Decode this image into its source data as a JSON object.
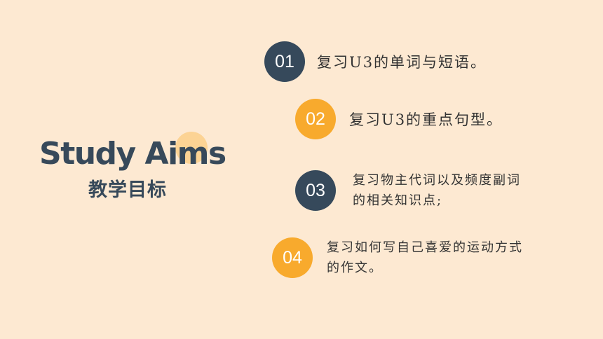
{
  "heading": {
    "english": "Study Aims",
    "chinese": "教学目标"
  },
  "aims": [
    {
      "number": "01",
      "text": "复习U3的单词与短语。",
      "badge_color": "#36495b"
    },
    {
      "number": "02",
      "text": "复习U3的重点句型。",
      "badge_color": "#f8aa2d"
    },
    {
      "number": "03",
      "text": "复习物主代词以及频度副词\n的相关知识点;",
      "badge_color": "#36495b"
    },
    {
      "number": "04",
      "text": "复习如何写自己喜爱的运动方式\n的作文。",
      "badge_color": "#f8aa2d"
    }
  ],
  "colors": {
    "background": "#fde9d2",
    "navy": "#37495a",
    "orange": "#f8aa2d",
    "decoration": "#fccf8a"
  }
}
